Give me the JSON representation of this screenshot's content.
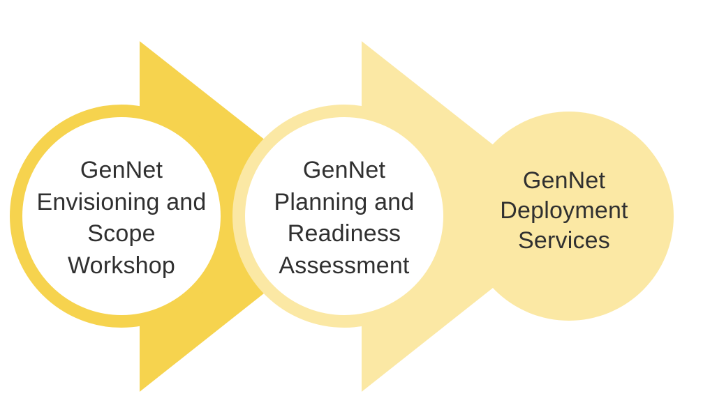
{
  "colors": {
    "accent_dark": "#F6D34E",
    "accent_light": "#FBE8A4",
    "text": "#303030",
    "background": "#FFFFFF"
  },
  "diagram": {
    "type": "process-flow",
    "direction": "left-to-right",
    "stage_count": 3
  },
  "stages": [
    {
      "id": 1,
      "label": "GenNet Envisioning and Scope Workshop",
      "lines": [
        "GenNet",
        "Envisioning and",
        "Scope",
        "Workshop"
      ],
      "circle_style": "white fill, thick dark-gold ring",
      "arrow_style": "dark-gold right-pointing triangle behind circle"
    },
    {
      "id": 2,
      "label": "GenNet Planning and Readiness Assessment",
      "lines": [
        "GenNet",
        "Planning and",
        "Readiness",
        "Assessment"
      ],
      "circle_style": "white fill, thick light-yellow ring",
      "arrow_style": "light-yellow right-pointing triangle behind circle"
    },
    {
      "id": 3,
      "label": "GenNet Deployment Services",
      "lines": [
        "GenNet",
        "Deployment",
        "Services"
      ],
      "circle_style": "solid light-yellow fill, no ring",
      "arrow_style": "none"
    }
  ]
}
